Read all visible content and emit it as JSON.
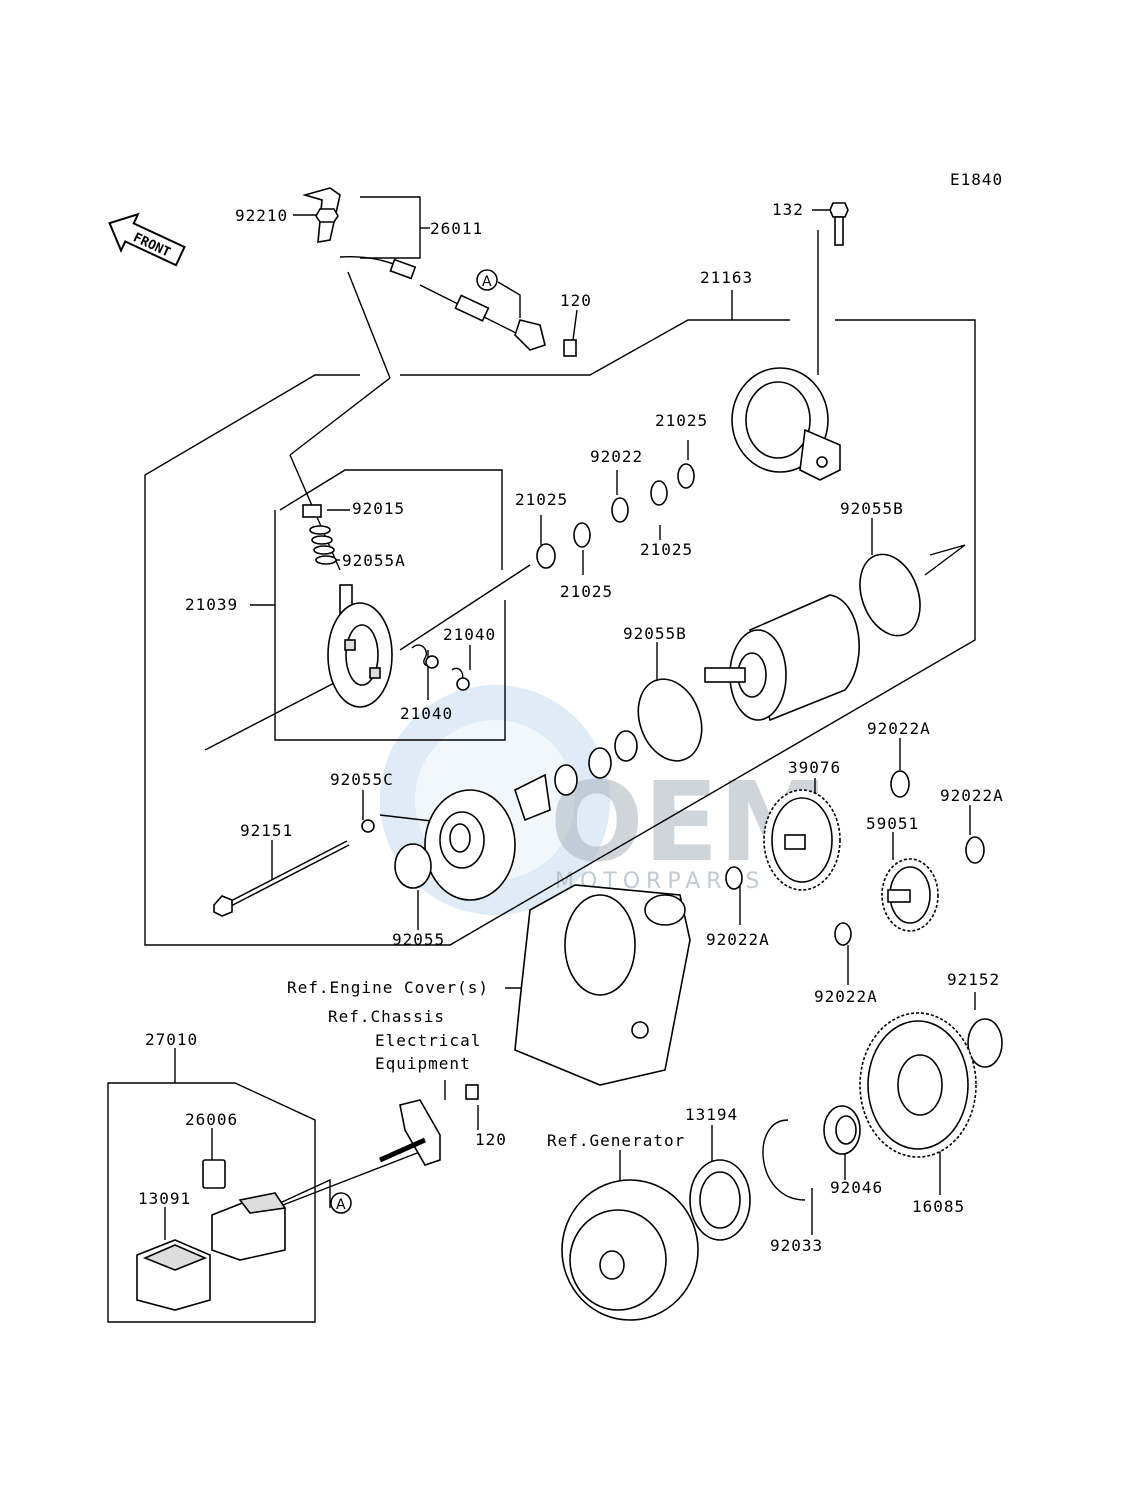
{
  "diagram": {
    "code": "E1840",
    "front_label": "FRONT",
    "reference_markers": [
      "A",
      "A"
    ],
    "watermark": {
      "brand": "OEM",
      "sub": "MOTORPARTS",
      "color": "#b8d3ee"
    },
    "part_labels": [
      "132",
      "21163",
      "26011",
      "92210",
      "120",
      "21025",
      "92022",
      "21025",
      "21025",
      "21025",
      "92015",
      "92055A",
      "21039",
      "92055B",
      "92055B",
      "21040",
      "21040",
      "92022A",
      "92022A",
      "39076",
      "59051",
      "92055C",
      "92151",
      "92055",
      "92022A",
      "92022A",
      "92152",
      "27010",
      "26006",
      "13091",
      "120",
      "13194",
      "92046",
      "16085",
      "92033"
    ],
    "ref_labels": {
      "engine_cover": "Ref.Engine Cover(s)",
      "chassis_1": "Ref.Chassis",
      "chassis_2": "Electrical",
      "chassis_3": "Equipment",
      "generator": "Ref.Generator"
    }
  }
}
